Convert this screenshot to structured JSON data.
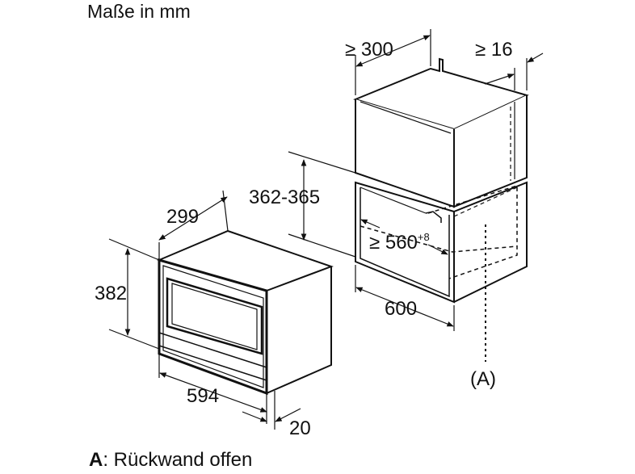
{
  "title": "Maße in mm",
  "device": {
    "depth": "299",
    "height": "382",
    "width": "594",
    "front_panel": "20"
  },
  "niche": {
    "cabinet_depth": "≥ 300",
    "rear_gap": "≥ 16",
    "opening_height": "362-365",
    "min_width_prefix": "≥ 560",
    "min_width_tolerance": "+8",
    "cabinet_width": "600",
    "marker": "(A)"
  },
  "legend": {
    "key": "A",
    "text": ": Rückwand offen"
  }
}
